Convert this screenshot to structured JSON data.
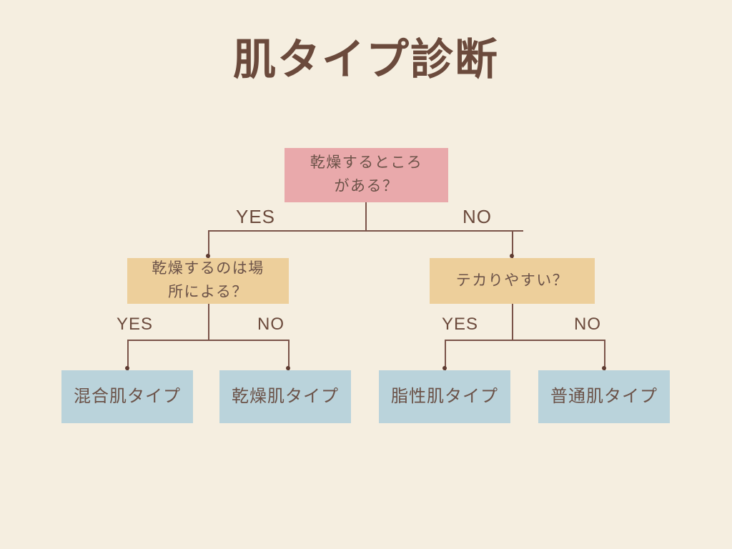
{
  "page": {
    "title": "肌タイプ診断",
    "background_color": "#F5EEE0",
    "title_color": "#6B4A3C"
  },
  "colors": {
    "question_root": "#E9A9AB",
    "question_branch": "#EDCF9B",
    "result": "#BAD3DB",
    "connector": "#7A5349",
    "node_text": "#6B5248",
    "label_text": "#6B4A3C"
  },
  "flowchart": {
    "root": {
      "text": "乾燥するところ\nがある？",
      "yes_label": "YES",
      "no_label": "NO"
    },
    "branch_left": {
      "text": "乾燥するのは場\n所による？",
      "yes_label": "YES",
      "no_label": "NO"
    },
    "branch_right": {
      "text": "テカりやすい？",
      "yes_label": "YES",
      "no_label": "NO"
    },
    "results": [
      {
        "text": "混合肌タイプ"
      },
      {
        "text": "乾燥肌タイプ"
      },
      {
        "text": "脂性肌タイプ"
      },
      {
        "text": "普通肌タイプ"
      }
    ]
  }
}
